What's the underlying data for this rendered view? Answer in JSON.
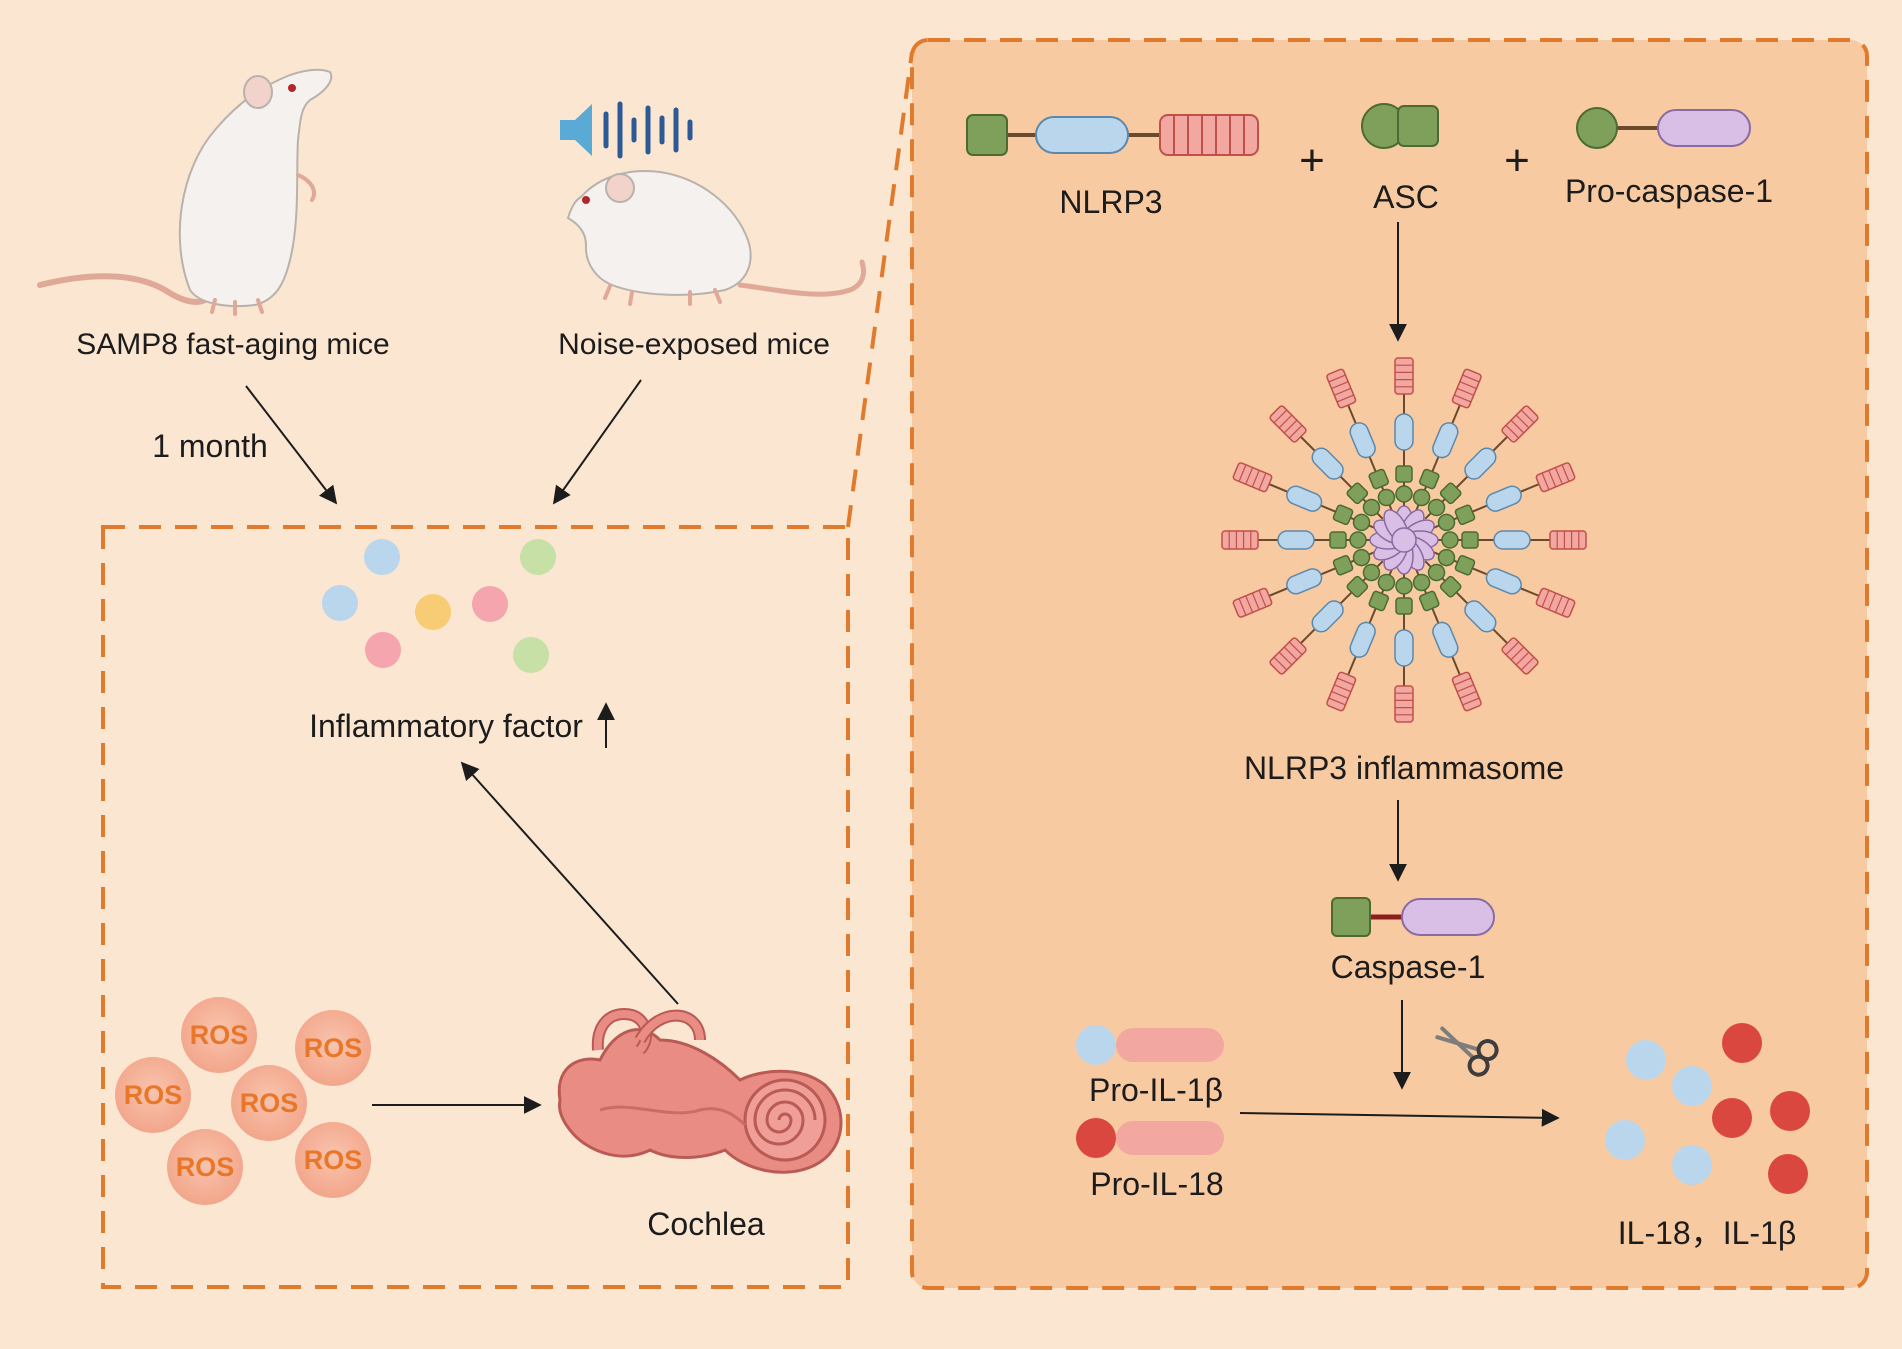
{
  "left": {
    "mouse_samp8": "SAMP8 fast-aging mice",
    "mouse_noise": "Noise-exposed mice",
    "duration": "1 month",
    "inflammatory": "Inflammatory factor",
    "inflammatory_arrow": "↑",
    "cochlea": "Cochlea",
    "ros_label": "ROS"
  },
  "right": {
    "nlrp3": "NLRP3",
    "asc": "ASC",
    "procaspase": "Pro-caspase-1",
    "plus": "+",
    "inflammasome": "NLRP3 inflammasome",
    "caspase": "Caspase-1",
    "pro_il1b": "Pro-IL-1β",
    "pro_il18": "Pro-IL-18",
    "products": "IL-18，IL-1β"
  },
  "colors": {
    "background": "#fbe6d2",
    "panel": "#f8c9a0",
    "dash": "#e07a2c",
    "green": "#7fa05a",
    "blue": "#b9d6ec",
    "pink": "#f2a7a0",
    "purple": "#d9bfe6",
    "red": "#d9473f",
    "ros": "#f5b49c",
    "ros_text": "#e8772a"
  }
}
